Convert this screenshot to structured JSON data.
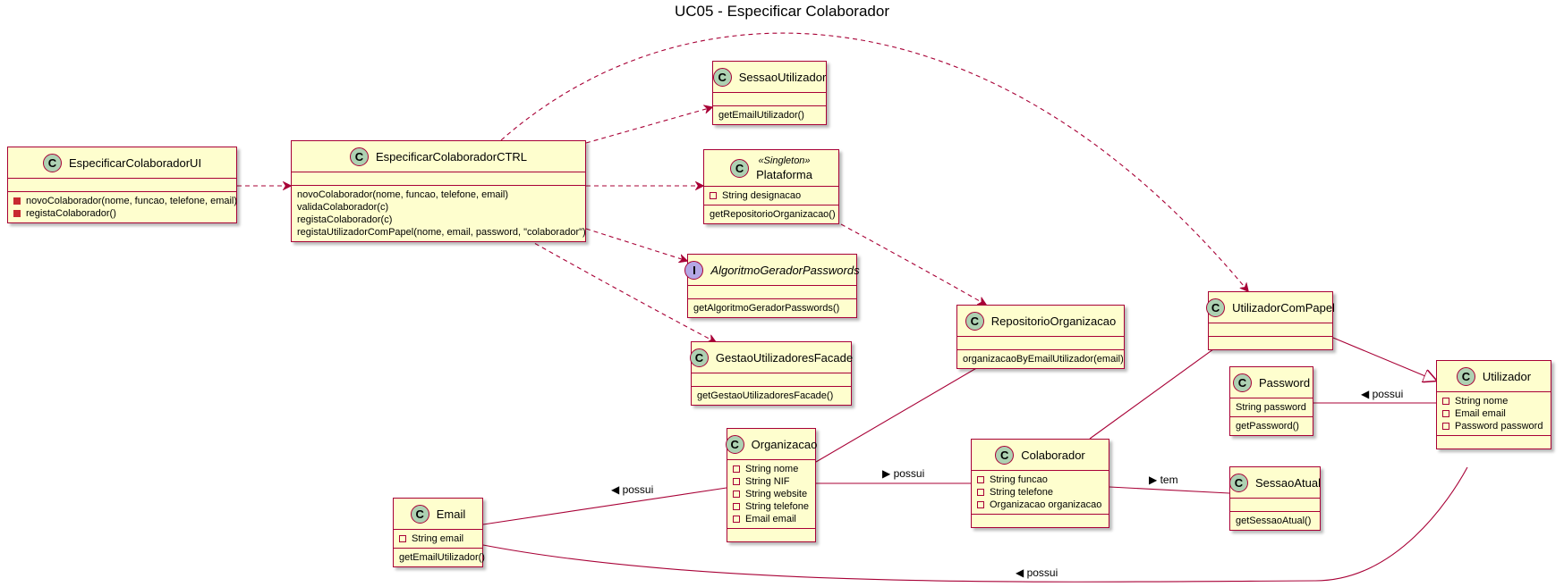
{
  "diagram": {
    "title": "UC05 - Especificar Colaborador",
    "colors": {
      "border": "#A80036",
      "fill": "#FEFECE",
      "class_badge": "#ADD1B2",
      "interface_badge": "#B4A7E5"
    },
    "classes": {
      "ui": {
        "badge": "C",
        "name": "EspecificarColaboradorUI",
        "attributes": [],
        "methods": [
          "novoColaborador(nome, funcao, telefone, email)",
          "registaColaborador()"
        ]
      },
      "ctrl": {
        "badge": "C",
        "name": "EspecificarColaboradorCTRL",
        "attributes": [],
        "methods": [
          "novoColaborador(nome, funcao, telefone, email)",
          "validaColaborador(c)",
          "registaColaborador(c)",
          "registaUtilizadorComPapel(nome, email, password, \"colaborador\")"
        ]
      },
      "sessao": {
        "badge": "C",
        "name": "SessaoUtilizador",
        "attributes": [],
        "methods": [
          "getEmailUtilizador()"
        ]
      },
      "plataforma": {
        "badge": "C",
        "stereotype": "«Singleton»",
        "name": "Plataforma",
        "attributes": [
          "String designacao"
        ],
        "methods": [
          "getRepositorioOrganizacao()"
        ]
      },
      "algoritmo": {
        "badge": "I",
        "name": "AlgoritmoGeradorPasswords",
        "attributes": [],
        "methods": [
          "getAlgoritmoGeradorPasswords()"
        ]
      },
      "gestao": {
        "badge": "C",
        "name": "GestaoUtilizadoresFacade",
        "attributes": [],
        "methods": [
          "getGestaoUtilizadoresFacade()"
        ]
      },
      "repo": {
        "badge": "C",
        "name": "RepositorioOrganizacao",
        "attributes": [],
        "methods": [
          "organizacaoByEmailUtilizador(email)"
        ]
      },
      "ucp": {
        "badge": "C",
        "name": "UtilizadorComPapel",
        "attributes": [],
        "methods": []
      },
      "password": {
        "badge": "C",
        "name": "Password",
        "attributes": [
          "String password"
        ],
        "methods": [
          "getPassword()"
        ]
      },
      "utilizador": {
        "badge": "C",
        "name": "Utilizador",
        "attributes": [
          "String nome",
          "Email email",
          "Password password"
        ],
        "methods": []
      },
      "organizacao": {
        "badge": "C",
        "name": "Organizacao",
        "attributes": [
          "String nome",
          "String NIF",
          "String website",
          "String telefone",
          "Email email"
        ],
        "methods": []
      },
      "colaborador": {
        "badge": "C",
        "name": "Colaborador",
        "attributes": [
          "String funcao",
          "String telefone",
          "Organizacao organizacao"
        ],
        "methods": []
      },
      "sessaoatual": {
        "badge": "C",
        "name": "SessaoAtual",
        "attributes": [],
        "methods": [
          "getSessaoAtual()"
        ]
      },
      "email": {
        "badge": "C",
        "name": "Email",
        "attributes": [
          "String email"
        ],
        "methods": [
          "getEmailUtilizador()"
        ]
      }
    },
    "relations": {
      "password_utilizador": {
        "label": "possui",
        "arrow": "◀"
      },
      "email_organizacao": {
        "label": "possui",
        "arrow": "◀"
      },
      "organizacao_colaborador": {
        "label": "possui",
        "arrow": "▶"
      },
      "colaborador_sessaoatual": {
        "label": "tem",
        "arrow": "▶"
      },
      "email_utilizador": {
        "label": "possui",
        "arrow": "◀"
      }
    }
  }
}
